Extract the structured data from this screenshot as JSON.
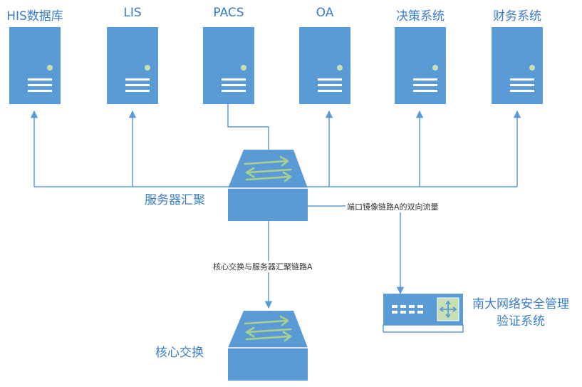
{
  "colors": {
    "device": "#5b9bd5",
    "line": "#5b9bd5",
    "led": "#c6e0b4",
    "label": "#3a7cc8",
    "arrow_green": "#a9d18e"
  },
  "servers": [
    {
      "label": "HIS数据库",
      "icon": "server-icon"
    },
    {
      "label": "LIS",
      "icon": "server-icon"
    },
    {
      "label": "PACS",
      "icon": "server-icon"
    },
    {
      "label": "OA",
      "icon": "server-icon"
    },
    {
      "label": "决策系统",
      "icon": "server-icon"
    },
    {
      "label": "财务系统",
      "icon": "server-icon"
    }
  ],
  "agg_switch": {
    "label": "服务器汇聚",
    "icon": "switch-icon"
  },
  "core_switch": {
    "label": "核心交换",
    "icon": "switch-icon"
  },
  "links": {
    "core_to_agg": "核心交换与服务器汇聚链路A",
    "mirror": "端口镜像链路A的双向流量"
  },
  "appliance": {
    "line1": "南大网络安全管理",
    "line2": "验证系统",
    "icon": "security-appliance-icon"
  }
}
